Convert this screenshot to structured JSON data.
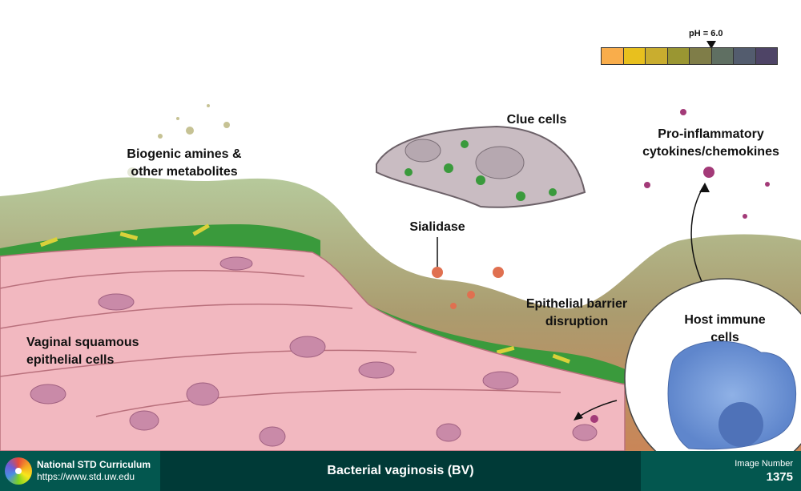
{
  "labels": {
    "biogenic_line1": "Biogenic amines &",
    "biogenic_line2": "other metabolites",
    "clue_cells": "Clue cells",
    "cytokines_line1": "Pro-inflammatory",
    "cytokines_line2": "cytokines/chemokines",
    "sialidase": "Sialidase",
    "barrier_line1": "Epithelial barrier",
    "barrier_line2": "disruption",
    "vaginal_line1": "Vaginal squamous",
    "vaginal_line2": "epithelial cells",
    "immune_line1": "Host immune",
    "immune_line2": "cells"
  },
  "ph_scale": {
    "label": "pH = 6.0",
    "marker_position_segments": 5,
    "colors": [
      "#f9ad4b",
      "#e8c01e",
      "#c9ad2f",
      "#9a9632",
      "#7f7d48",
      "#5f6f62",
      "#535c6e",
      "#4e4466"
    ]
  },
  "footer": {
    "org_name": "National STD Curriculum",
    "url": "https://www.std.uw.edu",
    "title": "Bacterial vaginosis (BV)",
    "image_number_label": "Image Number",
    "image_number": "1375"
  }
}
